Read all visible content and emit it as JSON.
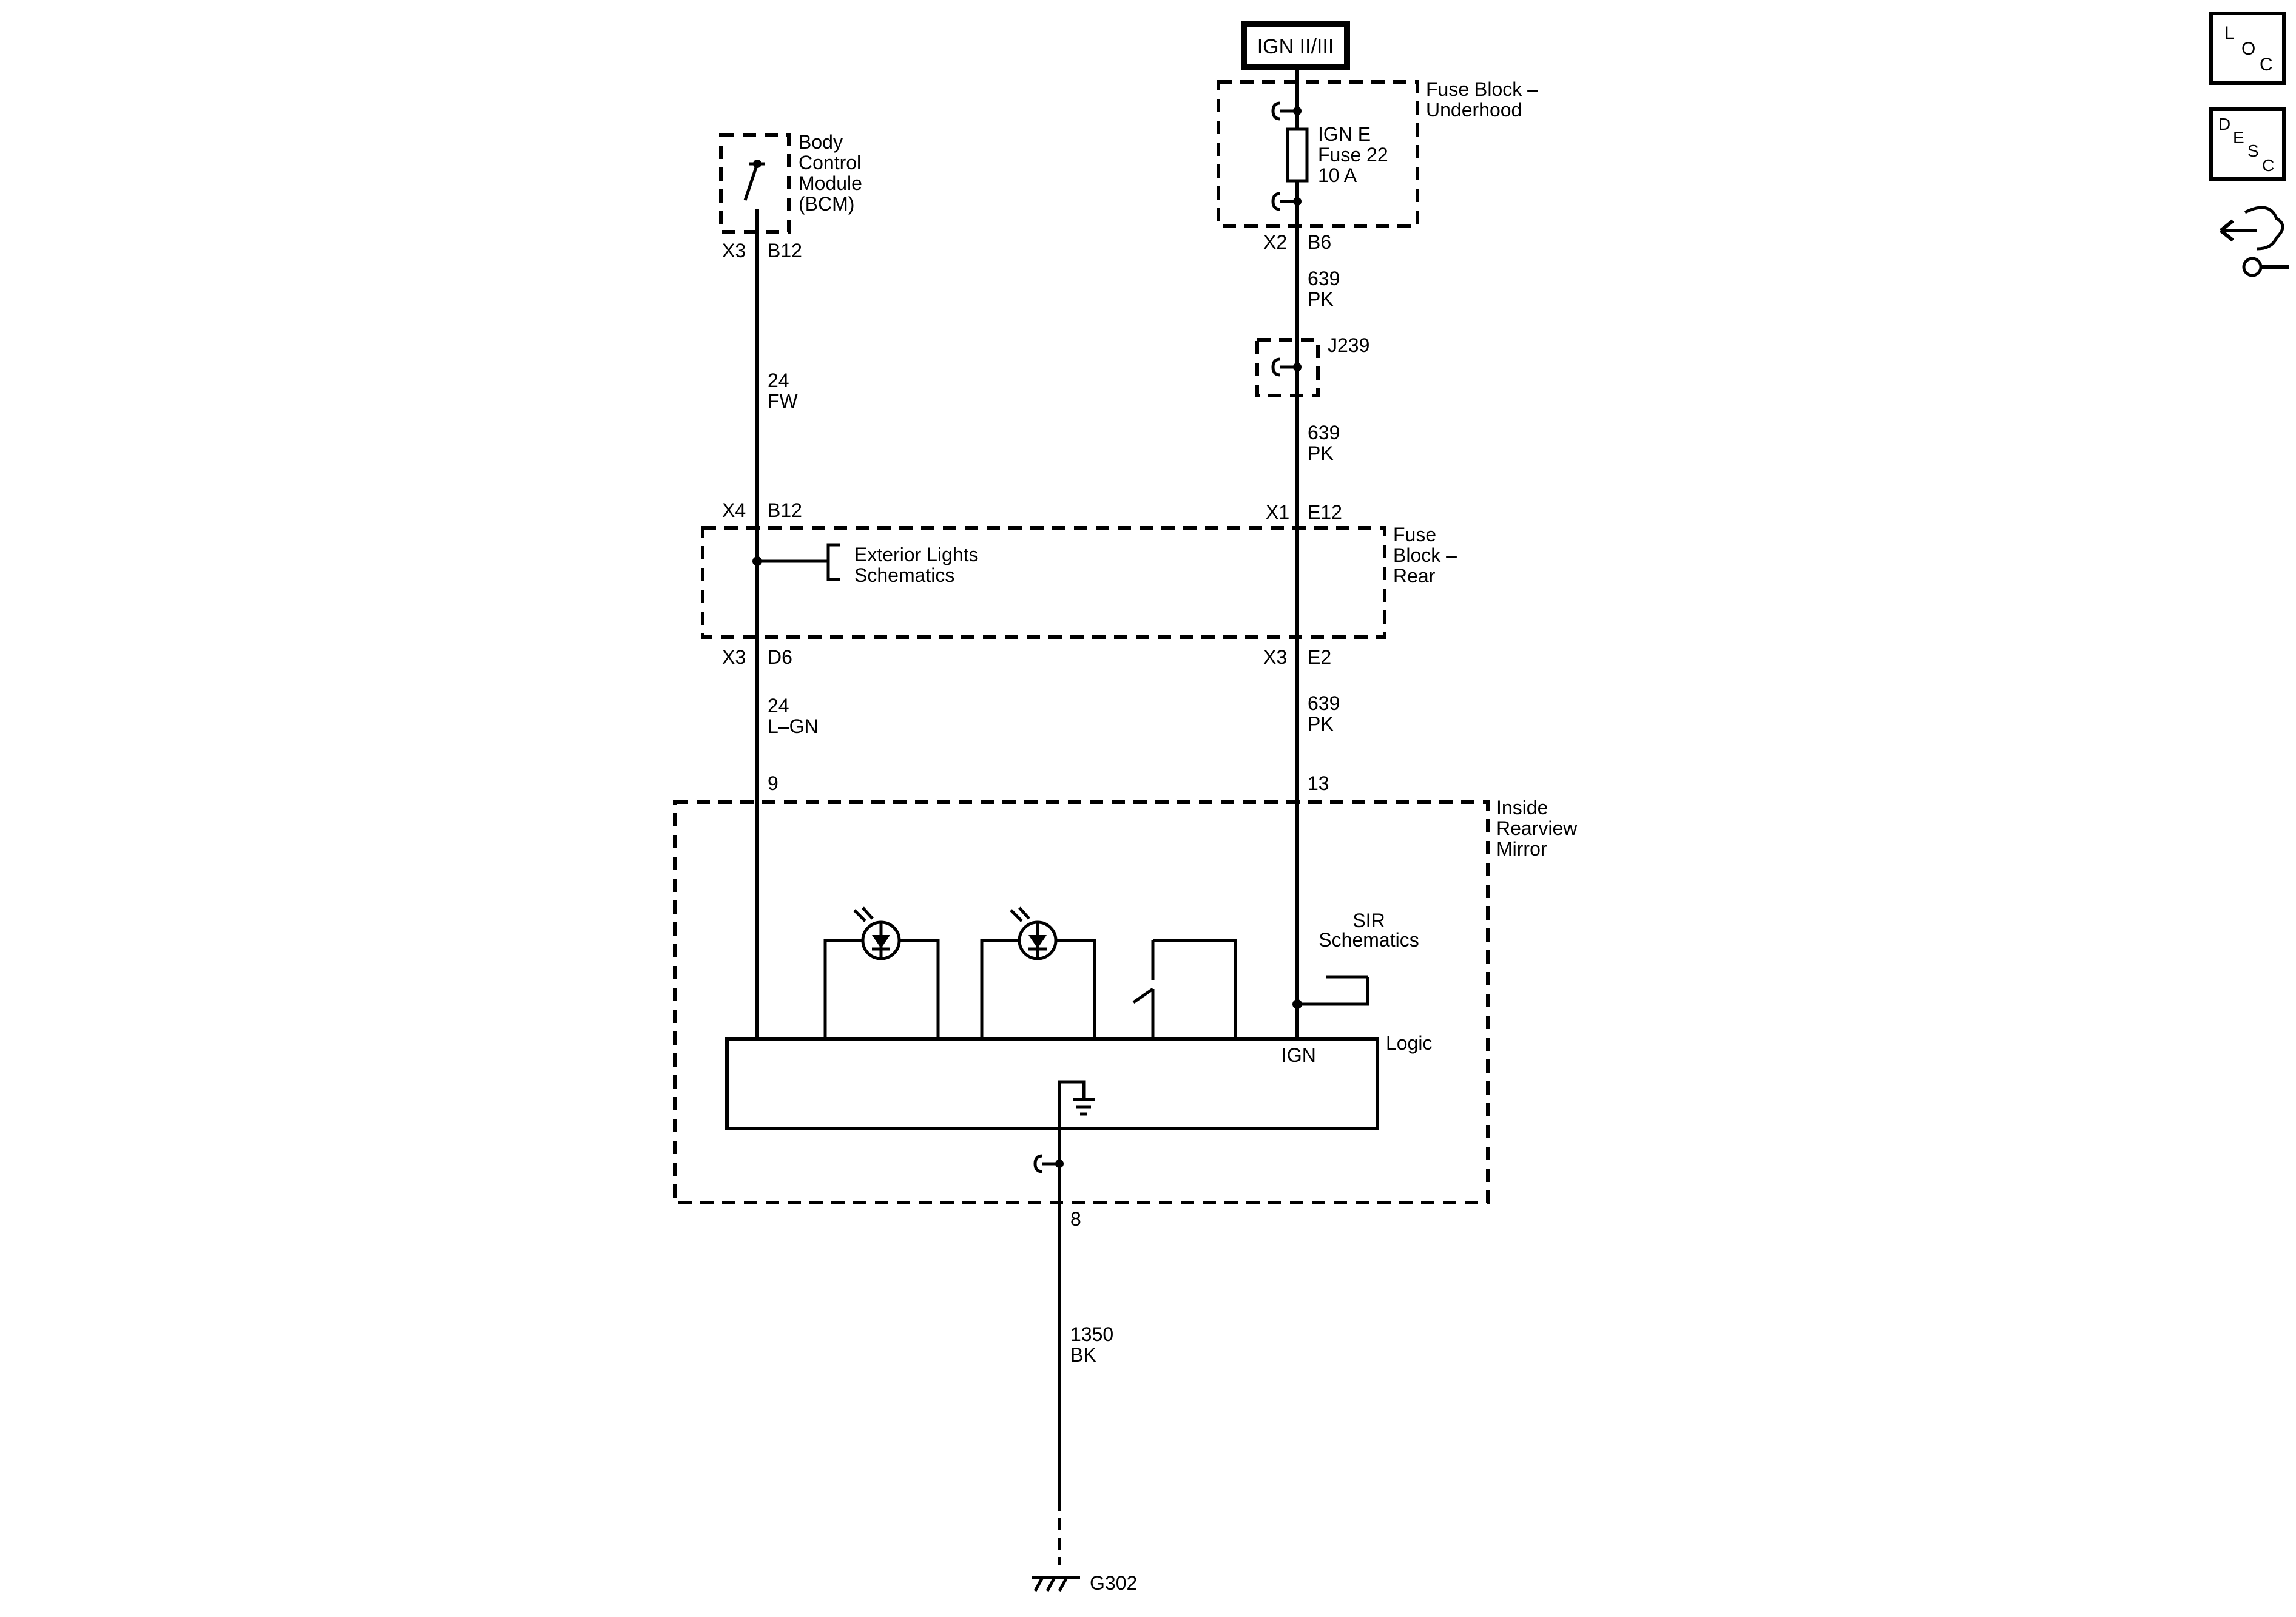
{
  "power_source": "IGN II/III",
  "fuse_block_underhood": {
    "label_line1": "Fuse Block –",
    "label_line2": "Underhood",
    "fuse_line1": "IGN E",
    "fuse_line2": "Fuse 22",
    "fuse_line3": "10 A",
    "connector": "X2",
    "pin": "B6"
  },
  "bcm": {
    "label_line1": "Body",
    "label_line2": "Control",
    "label_line3": "Module",
    "label_line4": "(BCM)",
    "connector": "X3",
    "pin": "B12"
  },
  "left_wire_1": {
    "circuit": "24",
    "color": "FW"
  },
  "right_wire_1": {
    "circuit": "639",
    "color": "PK"
  },
  "splice": "J239",
  "right_wire_2": {
    "circuit": "639",
    "color": "PK"
  },
  "fuse_block_rear": {
    "label_line1": "Fuse",
    "label_line2": "Block –",
    "label_line3": "Rear",
    "left_in_connector": "X4",
    "left_in_pin": "B12",
    "right_in_connector": "X1",
    "right_in_pin": "E12",
    "left_out_connector": "X3",
    "left_out_pin": "D6",
    "right_out_connector": "X3",
    "right_out_pin": "E2",
    "ref_line1": "Exterior Lights",
    "ref_line2": "Schematics"
  },
  "left_wire_2": {
    "circuit": "24",
    "color": "L–GN"
  },
  "right_wire_3": {
    "circuit": "639",
    "color": "PK"
  },
  "mirror": {
    "label_line1": "Inside",
    "label_line2": "Rearview",
    "label_line3": "Mirror",
    "left_pin": "9",
    "right_pin": "13",
    "ground_pin": "8",
    "sir_line1": "SIR",
    "sir_line2": "Schematics",
    "logic_label": "Logic",
    "ign_label": "IGN"
  },
  "ground_wire": {
    "circuit": "1350",
    "color": "BK"
  },
  "ground": "G302",
  "nav": {
    "loc_l": "L",
    "loc_o": "O",
    "loc_c": "C",
    "desc_d": "D",
    "desc_e": "E",
    "desc_s": "S",
    "desc_c": "C",
    "loc_icon": "loc-icon",
    "desc_icon": "desc-icon",
    "connector_icon": "connector-tool-icon"
  }
}
